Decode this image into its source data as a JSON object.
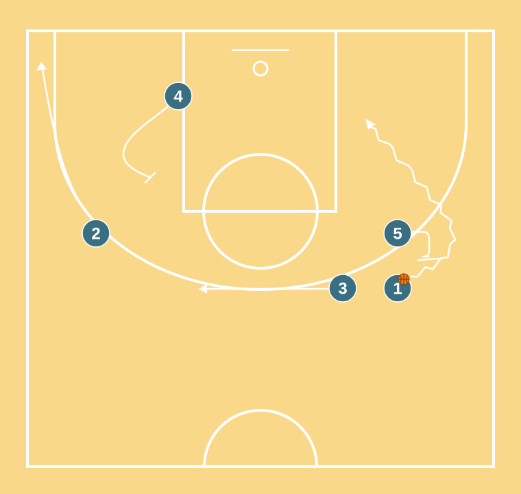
{
  "court": {
    "floor_color": "#FAD889",
    "line_color": "#FFFFFF"
  },
  "players": [
    {
      "label": "1",
      "color": "#3A6F82",
      "has_ball": true
    },
    {
      "label": "2",
      "color": "#3A6F82",
      "has_ball": false
    },
    {
      "label": "3",
      "color": "#3A6F82",
      "has_ball": false
    },
    {
      "label": "4",
      "color": "#3A6F82",
      "has_ball": false
    },
    {
      "label": "5",
      "color": "#3A6F82",
      "has_ball": false
    }
  ],
  "actions": [
    {
      "player": "1",
      "type": "dribble"
    },
    {
      "player": "2",
      "type": "cut"
    },
    {
      "player": "3",
      "type": "cut"
    },
    {
      "player": "4",
      "type": "screen"
    },
    {
      "player": "5",
      "type": "screen"
    }
  ],
  "ball": {
    "color": "#E8791C"
  }
}
